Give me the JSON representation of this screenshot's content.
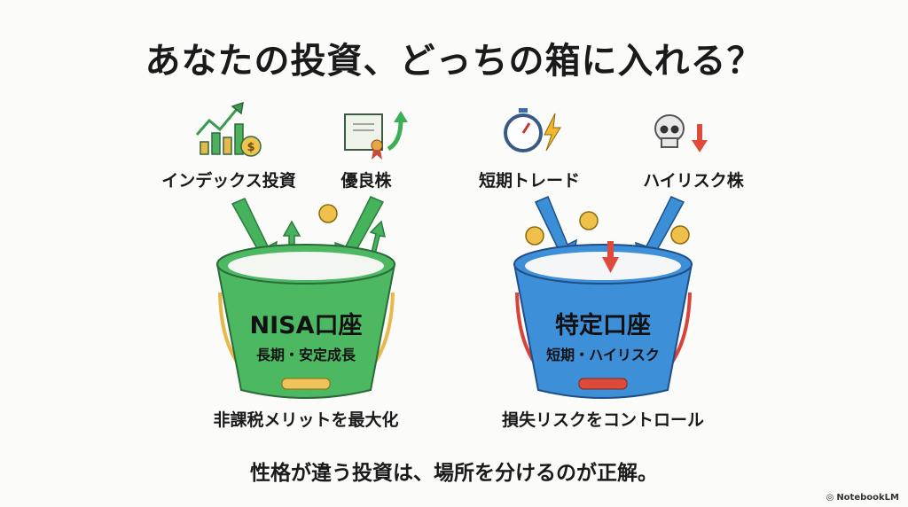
{
  "title": "あなたの投資、どっちの箱に入れる？",
  "left": {
    "items": [
      {
        "label": "インデックス投資",
        "icon": "chart-up-coin-icon"
      },
      {
        "label": "優良株",
        "icon": "certificate-arrow-up-icon"
      }
    ],
    "bucket_name": "NISA口座",
    "bucket_sub": "長期・安定成長",
    "caption": "非課税メリットを最大化",
    "color": "#3cb55a"
  },
  "right": {
    "items": [
      {
        "label": "短期トレード",
        "icon": "stopwatch-lightning-icon"
      },
      {
        "label": "ハイリスク株",
        "icon": "skull-arrow-down-icon"
      }
    ],
    "bucket_name": "特定口座",
    "bucket_sub": "短期・ハイリスク",
    "caption": "損失リスクをコントロール",
    "color": "#3a8fd6"
  },
  "bottom_text": "性格が違う投資は、場所を分けるのが正解。",
  "logo": "NotebookLM"
}
